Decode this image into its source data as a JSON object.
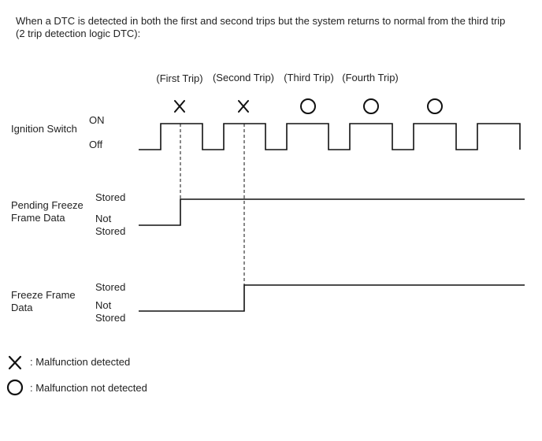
{
  "title": {
    "line1": "When a DTC is detected in both the first and second trips but the system returns to normal from the third trip",
    "line2": "(2 trip detection logic DTC):"
  },
  "trips": [
    {
      "label": "(First Trip)",
      "marker": "x-icon"
    },
    {
      "label": "(Second Trip)",
      "marker": "x-icon"
    },
    {
      "label": "(Third Trip)",
      "marker": "circle-icon"
    },
    {
      "label": "(Fourth Trip)",
      "marker": "circle-icon"
    },
    {
      "label": "",
      "marker": "circle-icon"
    }
  ],
  "rows": {
    "ignition": {
      "name": "Ignition Switch",
      "on": "ON",
      "off": "Off"
    },
    "pending": {
      "name_line1": "Pending Freeze",
      "name_line2": "Frame Data",
      "stored": "Stored",
      "not_line1": "Not",
      "not_line2": "Stored"
    },
    "freeze": {
      "name_line1": "Freeze Frame",
      "name_line2": "Data",
      "stored": "Stored",
      "not_line1": "Not",
      "not_line2": "Stored"
    }
  },
  "legend": {
    "x_text": ": Malfunction detected",
    "o_text": ": Malfunction not detected"
  }
}
